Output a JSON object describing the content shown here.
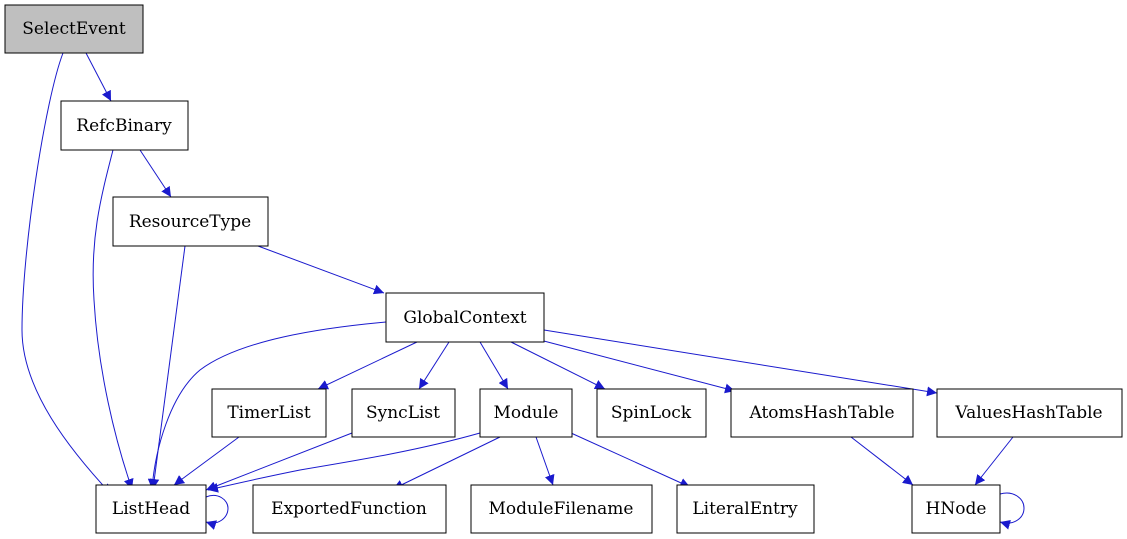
{
  "colors": {
    "edge": "#1a1acd",
    "highlight_fill": "#bfbfbf",
    "node_fill": "#ffffff"
  },
  "nodes": {
    "selectevent": "SelectEvent",
    "refcbinary": "RefcBinary",
    "resourcetype": "ResourceType",
    "globalcontext": "GlobalContext",
    "timerlist": "TimerList",
    "synclist": "SyncList",
    "module": "Module",
    "spinlock": "SpinLock",
    "atomshashtable": "AtomsHashTable",
    "valueshashtable": "ValuesHashTable",
    "listhead": "ListHead",
    "exportedfunction": "ExportedFunction",
    "modulefilename": "ModuleFilename",
    "literalentry": "LiteralEntry",
    "hnode": "HNode"
  },
  "edges": [
    {
      "from": "selectevent",
      "to": "refcbinary"
    },
    {
      "from": "selectevent",
      "to": "listhead"
    },
    {
      "from": "refcbinary",
      "to": "resourcetype"
    },
    {
      "from": "refcbinary",
      "to": "listhead"
    },
    {
      "from": "resourcetype",
      "to": "globalcontext"
    },
    {
      "from": "resourcetype",
      "to": "listhead"
    },
    {
      "from": "globalcontext",
      "to": "listhead"
    },
    {
      "from": "globalcontext",
      "to": "timerlist"
    },
    {
      "from": "globalcontext",
      "to": "synclist"
    },
    {
      "from": "globalcontext",
      "to": "module"
    },
    {
      "from": "globalcontext",
      "to": "spinlock"
    },
    {
      "from": "globalcontext",
      "to": "atomshashtable"
    },
    {
      "from": "globalcontext",
      "to": "valueshashtable"
    },
    {
      "from": "timerlist",
      "to": "listhead"
    },
    {
      "from": "synclist",
      "to": "listhead"
    },
    {
      "from": "module",
      "to": "listhead"
    },
    {
      "from": "module",
      "to": "exportedfunction"
    },
    {
      "from": "module",
      "to": "modulefilename"
    },
    {
      "from": "module",
      "to": "literalentry"
    },
    {
      "from": "listhead",
      "to": "listhead"
    },
    {
      "from": "atomshashtable",
      "to": "hnode"
    },
    {
      "from": "valueshashtable",
      "to": "hnode"
    },
    {
      "from": "hnode",
      "to": "hnode"
    }
  ]
}
